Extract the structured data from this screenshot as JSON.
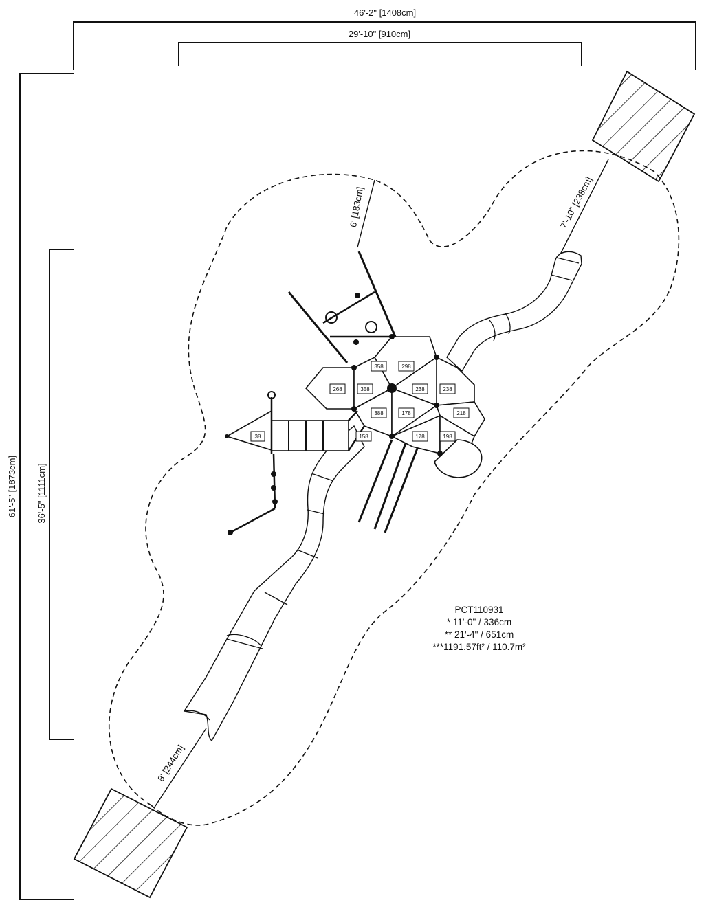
{
  "dimensions": {
    "overall_width": "46'-2\" [1408cm]",
    "structure_width": "29'-10\" [910cm]",
    "overall_length": "61'-5\" [1873cm]",
    "structure_length": "36'-5\" [1111cm]",
    "zone_top": "6' [183cm]",
    "zone_right": "7'-10\" [238cm]",
    "zone_bottom": "8' [244cm]"
  },
  "decks": {
    "d38": "38",
    "d268": "268",
    "d358a": "358",
    "d358b": "358",
    "d298": "298",
    "d238a": "238",
    "d238b": "238",
    "d388": "388",
    "d178a": "178",
    "d218": "218",
    "d158": "158",
    "d178b": "178",
    "d198": "198"
  },
  "notes": {
    "model": "PCT110931",
    "line1": "* 11'-0\" / 336cm",
    "line2": "** 21'-4\" / 651cm",
    "line3": "***1191.57ft² / 110.7m²"
  }
}
